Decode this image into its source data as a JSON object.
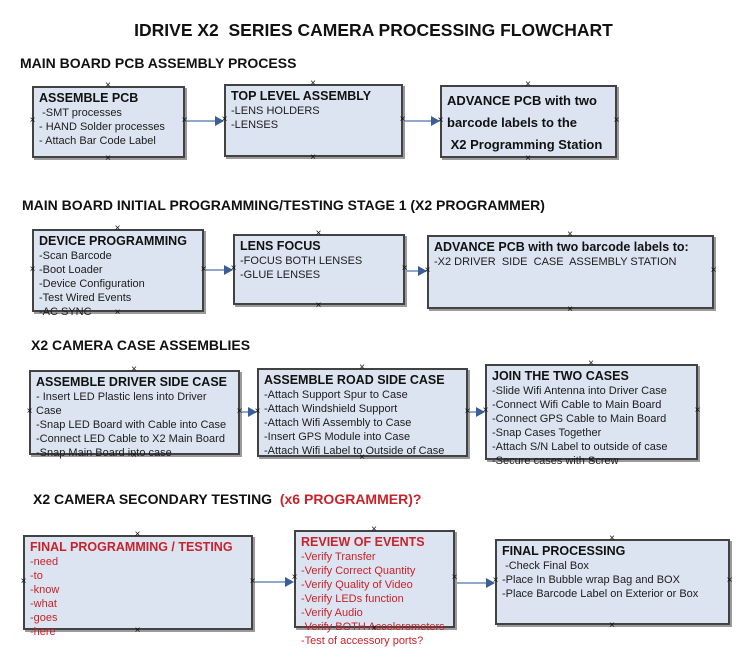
{
  "title": "IDRIVE X2  SERIES CAMERA PROCESSING FLOWCHART",
  "colors": {
    "box_fill": "#dbe4f0",
    "box_border": "#424242",
    "box_shadow": "#9b9b9b",
    "red_text": "#c8232b",
    "arrow_line": "#8fa9cd",
    "arrow_head": "#3a5f96",
    "black_text": "#111111"
  },
  "sections": [
    {
      "heading": "MAIN BOARD PCB ASSEMBLY PROCESS",
      "boxes": [
        {
          "title": "ASSEMBLE PCB",
          "items": [
            " -SMT processes",
            "- HAND Solder processes",
            "- Attach Bar Code Label"
          ]
        },
        {
          "title": "TOP LEVEL ASSEMBLY",
          "items": [
            "-LENS HOLDERS",
            "-LENSES"
          ]
        },
        {
          "title_lines": [
            "ADVANCE PCB with two",
            "barcode labels to the",
            " X2 Programming Station"
          ]
        }
      ]
    },
    {
      "heading": "MAIN BOARD INITIAL PROGRAMMING/TESTING STAGE 1 (X2 PROGRAMMER)",
      "boxes": [
        {
          "title": "DEVICE PROGRAMMING",
          "items": [
            "-Scan Barcode",
            "-Boot Loader",
            "-Device Configuration",
            "-Test Wired Events",
            "-AC SYNC"
          ]
        },
        {
          "title": "LENS FOCUS",
          "items": [
            "-FOCUS BOTH LENSES",
            "-GLUE LENSES"
          ]
        },
        {
          "title": "ADVANCE PCB with two barcode labels to:",
          "items": [
            "-X2 DRIVER  SIDE  CASE  ASSEMBLY STATION"
          ]
        }
      ]
    },
    {
      "heading": "X2 CAMERA CASE ASSEMBLIES",
      "boxes": [
        {
          "title": "ASSEMBLE DRIVER SIDE CASE",
          "items": [
            "- Insert LED Plastic lens into Driver Case",
            "-Snap LED Board with Cable into Case",
            "-Connect LED Cable to X2 Main Board",
            "-Snap Main Board into case"
          ]
        },
        {
          "title": "ASSEMBLE ROAD SIDE CASE",
          "items": [
            "-Attach Support Spur to Case",
            "-Attach Windshield Support",
            "-Attach Wifi Assembly to Case",
            "-Insert GPS Module into Case",
            "-Attach Wifi Label to Outside of Case"
          ]
        },
        {
          "title": "JOIN THE TWO CASES",
          "items": [
            "-Slide Wifi Antenna into Driver Case",
            "-Connect Wifi Cable to Main Board",
            "-Connect GPS Cable to Main Board",
            "-Snap Cases Together",
            "-Attach S/N Label to outside of case",
            "-Secure cases with Screw"
          ]
        }
      ]
    },
    {
      "heading": "X2 CAMERA SECONDARY TESTING ",
      "heading_red": " (x6 PROGRAMMER)?",
      "boxes": [
        {
          "title": "FINAL PROGRAMMING / TESTING",
          "items": [
            "-need",
            "-to",
            "-know",
            "-what",
            "-goes",
            "-here"
          ]
        },
        {
          "title": "REVIEW OF EVENTS",
          "items": [
            "-Verify Transfer",
            "-Verify Correct Quantity",
            "-Verify Quality of Video",
            "-Verify LEDs function",
            "-Verify Audio",
            "-Verify BOTH Accelerometers",
            "-Test of accessory ports?"
          ]
        },
        {
          "title": "FINAL PROCESSING",
          "items": [
            " -Check Final Box",
            "-Place In Bubble wrap Bag and BOX",
            "-Place Barcode Label on Exterior or Box"
          ]
        }
      ]
    }
  ]
}
